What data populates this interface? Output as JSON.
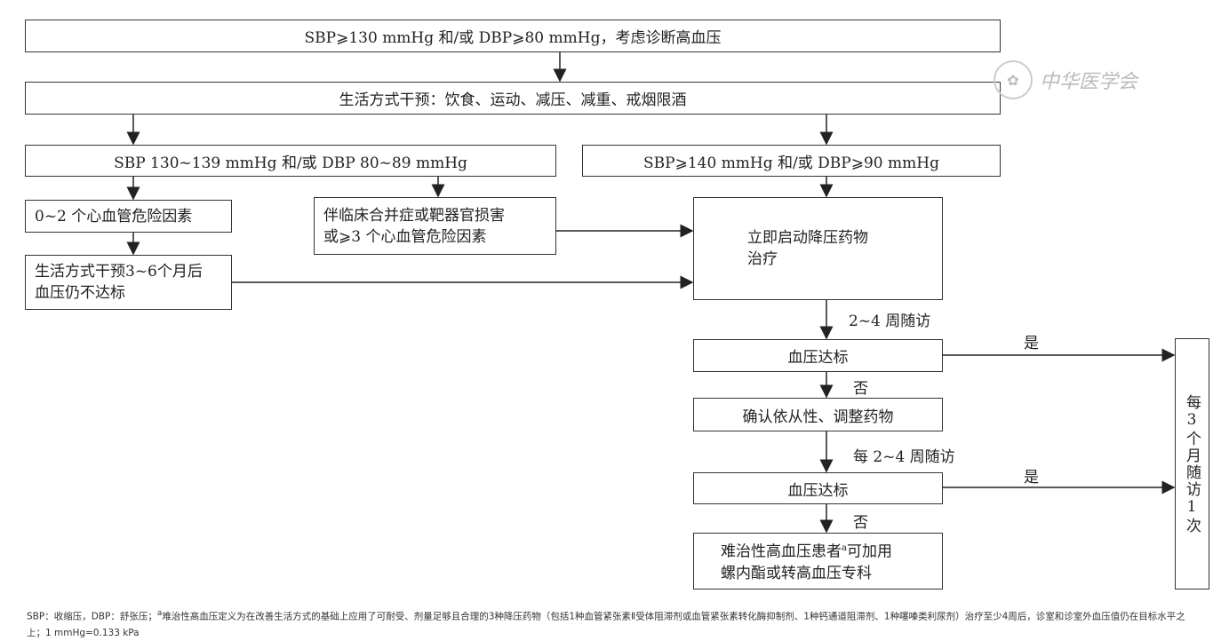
{
  "boxes": {
    "criteria": "SBP⩾130 mmHg 和/或 DBP⩾80 mmHg，考虑诊断高血压",
    "lifestyle": "生活方式干预：饮食、运动、减压、减重、戒烟限酒",
    "grade_low": "SBP 130~139 mmHg 和/或 DBP 80~89 mmHg",
    "grade_high": "SBP⩾140 mmHg 和/或 DBP⩾90 mmHg",
    "risk_low": "0~2 个心血管危险因素",
    "risk_high_l1": "伴临床合并症或靶器官损害",
    "risk_high_l2": "或⩾3 个心血管危险因素",
    "lifestyle_fail_l1": "生活方式干预3~6个月后",
    "lifestyle_fail_l2": "血压仍不达标",
    "start_drug_l1": "立即启动降压药物",
    "start_drug_l2": "治疗",
    "bp_goal_1": "血压达标",
    "confirm": "确认依从性、调整药物",
    "bp_goal_2": "血压达标",
    "resistant_l1": "难治性高血压患者",
    "resistant_sup": "a",
    "resistant_l1b": "可加用",
    "resistant_l2": "螺内酯或转高血压专科",
    "followup": "每3个月随访1次"
  },
  "labels": {
    "f1": "2~4 周随访",
    "yes1": "是",
    "no1": "否",
    "f2": "每 2~4 周随访",
    "yes2": "是",
    "no2": "否"
  },
  "logo": "中华医学会",
  "footnote": {
    "pre": "SBP：收缩压，DBP：舒张压；",
    "sup": "a",
    "text": "难治性高血压定义为在改善生活方式的基础上应用了可耐受、剂量足够且合理的3种降压药物（包括1种血管紧张素Ⅱ受体阻滞剂或血管紧张素转化酶抑制剂、1种钙通道阻滞剂、1种噻嗪类利尿剂）治疗至少4周后，诊室和诊室外血压值仍在目标水平之上；1 mmHg=0.133 kPa"
  }
}
